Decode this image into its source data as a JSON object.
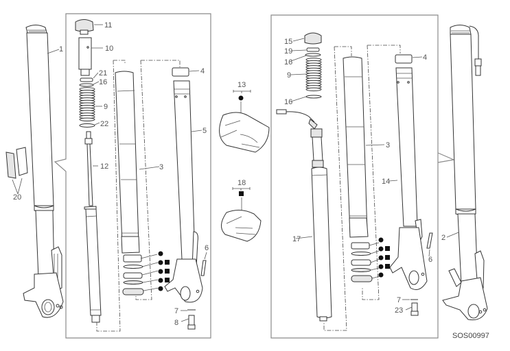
{
  "diagram": {
    "type": "exploded-parts-diagram",
    "subject": "front fork assembly",
    "drawing_code": "SOS00997",
    "left_assembly": {
      "callouts": [
        {
          "id": "c1",
          "label": "1",
          "part": "left fork leg (complete)"
        },
        {
          "id": "c20",
          "label": "20",
          "part": "decals"
        },
        {
          "id": "c11",
          "label": "11",
          "part": "top cap"
        },
        {
          "id": "c10",
          "label": "10",
          "part": "spacer tube"
        },
        {
          "id": "c21",
          "label": "21",
          "part": "washer"
        },
        {
          "id": "c16a",
          "label": "16",
          "part": "ring"
        },
        {
          "id": "c9a",
          "label": "9",
          "part": "spring"
        },
        {
          "id": "c22",
          "label": "22",
          "part": "ring"
        },
        {
          "id": "c12",
          "label": "12",
          "part": "damper rod"
        },
        {
          "id": "c3a",
          "label": "3",
          "part": "inner tube"
        },
        {
          "id": "c4a",
          "label": "4",
          "part": "bushing"
        },
        {
          "id": "c5",
          "label": "5",
          "part": "outer tube"
        },
        {
          "id": "c6a",
          "label": "6",
          "part": "pin"
        },
        {
          "id": "c7a",
          "label": "7",
          "part": "washer"
        },
        {
          "id": "c8",
          "label": "8",
          "part": "screw"
        }
      ]
    },
    "center_kits": [
      {
        "id": "c13",
        "label": "13",
        "marker": "circle",
        "part": "seal kit"
      },
      {
        "id": "c18",
        "label": "18",
        "marker": "square",
        "part": "seal kit"
      }
    ],
    "right_assembly": {
      "callouts": [
        {
          "id": "c15",
          "label": "15",
          "part": "top cap"
        },
        {
          "id": "c19",
          "label": "19",
          "part": "washer"
        },
        {
          "id": "c16b",
          "label": "16",
          "part": "ring"
        },
        {
          "id": "c9b",
          "label": "9",
          "part": "spring"
        },
        {
          "id": "c16c",
          "label": "16",
          "part": "ring"
        },
        {
          "id": "c3b",
          "label": "3",
          "part": "inner tube"
        },
        {
          "id": "c4b",
          "label": "4",
          "part": "bushing"
        },
        {
          "id": "c14",
          "label": "14",
          "part": "outer tube"
        },
        {
          "id": "c17",
          "label": "17",
          "part": "cartridge with sensor"
        },
        {
          "id": "c6b",
          "label": "6",
          "part": "pin"
        },
        {
          "id": "c7b",
          "label": "7",
          "part": "washer"
        },
        {
          "id": "c23",
          "label": "23",
          "part": "screw"
        },
        {
          "id": "c2",
          "label": "2",
          "part": "right fork leg (complete)"
        }
      ]
    },
    "seal_stack_markers": [
      [
        "circle"
      ],
      [
        "circle",
        "square"
      ],
      [
        "circle",
        "square"
      ],
      [
        "circle",
        "square"
      ],
      [
        "circle"
      ]
    ]
  }
}
